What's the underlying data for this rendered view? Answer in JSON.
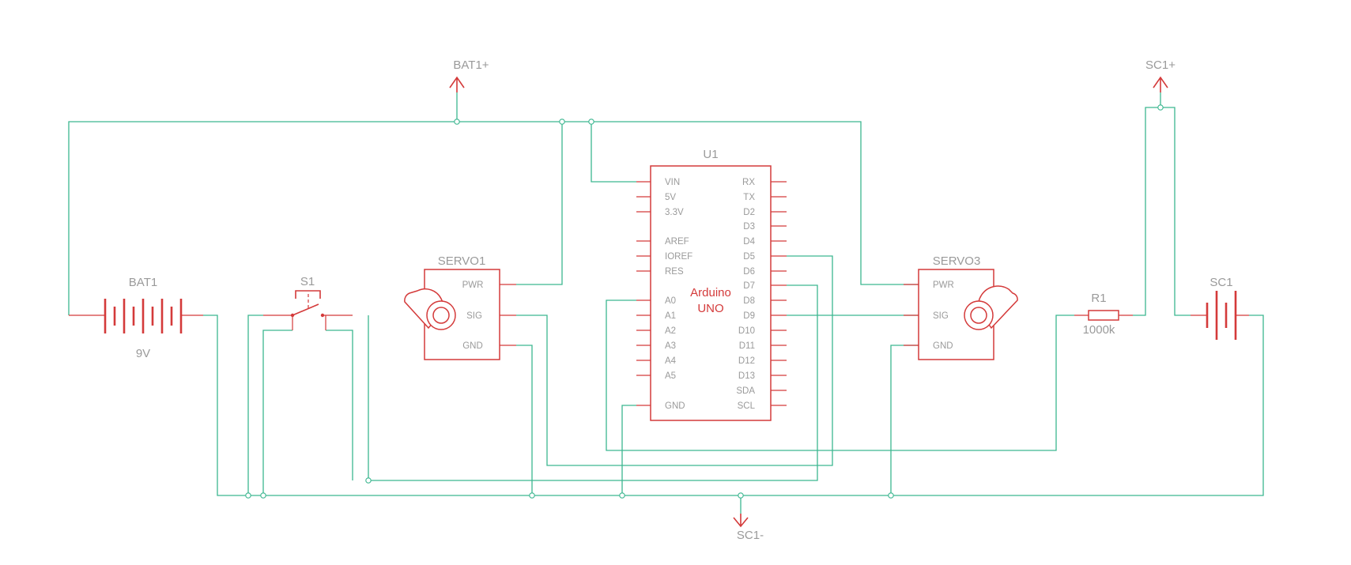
{
  "ports": {
    "bat1_plus": "BAT1+",
    "sc1_plus": "SC1+",
    "sc1_minus": "SC1-"
  },
  "components": {
    "bat1": {
      "ref": "BAT1",
      "value": "9V"
    },
    "s1": {
      "ref": "S1"
    },
    "servo1": {
      "ref": "SERVO1",
      "pins": [
        "PWR",
        "SIG",
        "GND"
      ]
    },
    "servo3": {
      "ref": "SERVO3",
      "pins": [
        "PWR",
        "SIG",
        "GND"
      ]
    },
    "u1": {
      "ref": "U1",
      "name_line1": "Arduino",
      "name_line2": "UNO",
      "left_pins": [
        "VIN",
        "5V",
        "3.3V",
        "AREF",
        "IOREF",
        "RES",
        "A0",
        "A1",
        "A2",
        "A3",
        "A4",
        "A5",
        "GND"
      ],
      "right_pins": [
        "RX",
        "TX",
        "D2",
        "D3",
        "D4",
        "D5",
        "D6",
        "D7",
        "D8",
        "D9",
        "D10",
        "D11",
        "D12",
        "D13",
        "SDA",
        "SCL"
      ]
    },
    "r1": {
      "ref": "R1",
      "value": "1000k"
    },
    "sc1": {
      "ref": "SC1"
    }
  },
  "colors": {
    "wire": "#3cb690",
    "symbol": "#d43a3a",
    "label": "#9a9a9a"
  }
}
